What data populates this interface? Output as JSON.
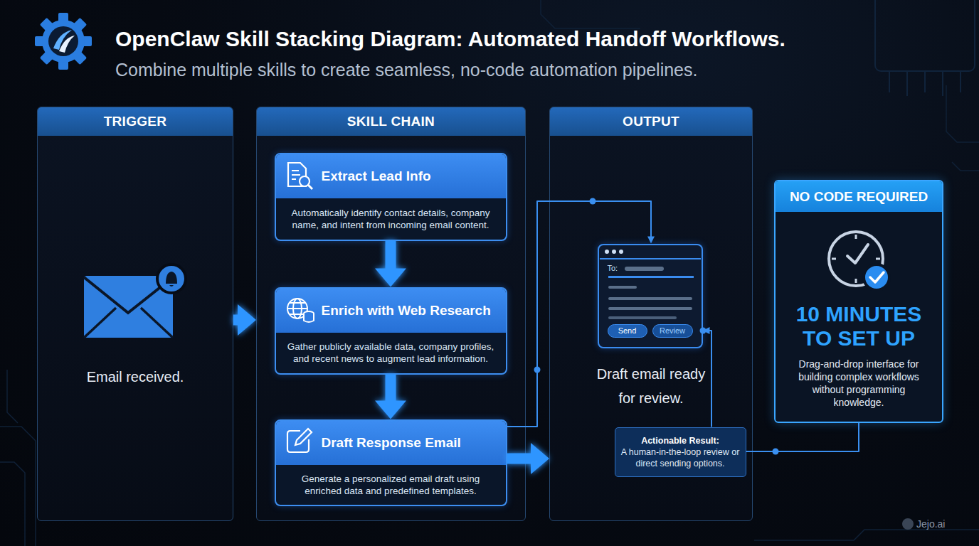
{
  "diagram": {
    "title": "OpenClaw Skill Stacking Diagram: Automated Handoff Workflows.",
    "caption": "Combine multiple skills to create seamless, no-code automation pipelines.",
    "nodes": [
      {
        "text": [
          "TRIGGER",
          "Email received."
        ]
      },
      {
        "text": [
          "SKILL CHAIN"
        ]
      },
      {
        "text": [
          "Extract Lead Info",
          "Automatically identify contact details, company name, and intent from incoming email content."
        ],
        "in": 1
      },
      {
        "text": [
          "Enrich with Web Research",
          "Gather publicly available data, company profiles, and recent news to augment lead information."
        ],
        "in": 1
      },
      {
        "text": [
          "Draft Response Email",
          "Generate a personalized email draft using enriched data and predefined templates."
        ],
        "in": 1
      },
      {
        "text": [
          "OUTPUT",
          "Draft email ready for review."
        ]
      },
      {
        "text": [
          "To:",
          "Send",
          "Review"
        ],
        "in": 5
      },
      {
        "text": [
          "Actionable Result:",
          "A human-in-the-loop review or direct sending options."
        ],
        "in": 5
      },
      {
        "text": [
          "NO CODE REQUIRED",
          "10 MINUTES TO SET UP",
          "Drag-and-drop interface for building complex workflows without programming knowledge."
        ]
      }
    ],
    "edges": [
      {
        "from": 0,
        "to": 1,
        "arrow": "to"
      },
      {
        "from": 2,
        "to": 3,
        "arrow": "to"
      },
      {
        "from": 3,
        "to": 4,
        "arrow": "to"
      },
      {
        "from": 4,
        "to": 5,
        "arrow": "to"
      },
      {
        "from": 4,
        "to": 6,
        "arrow": "to"
      },
      {
        "from": 7,
        "to": 6,
        "arrow": "to"
      },
      {
        "from": 8,
        "to": 7,
        "arrow": "none"
      }
    ],
    "labels": [
      "Jejo.ai"
    ]
  }
}
